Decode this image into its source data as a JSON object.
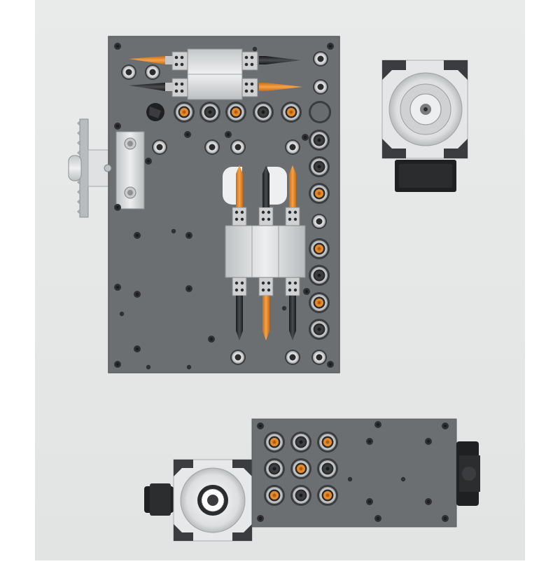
{
  "scene": {
    "subject": "cnc-drilling-head-assembly",
    "views": [
      {
        "id": "top-view",
        "name": "top-view-drill-block"
      },
      {
        "id": "side-view",
        "name": "side-view-spindle-motor"
      },
      {
        "id": "bottom-view",
        "name": "bottom-view-boring-head"
      }
    ],
    "colors": {
      "background": "#e7e9e9",
      "frame": "#ffffff",
      "plate": "#6a6d70",
      "plate_dark": "#55585b",
      "steel": "#d6d8d9",
      "drill_orange": "#e88a2a",
      "drill_black": "#2b2d2f",
      "bolt": "#2e3033"
    }
  }
}
